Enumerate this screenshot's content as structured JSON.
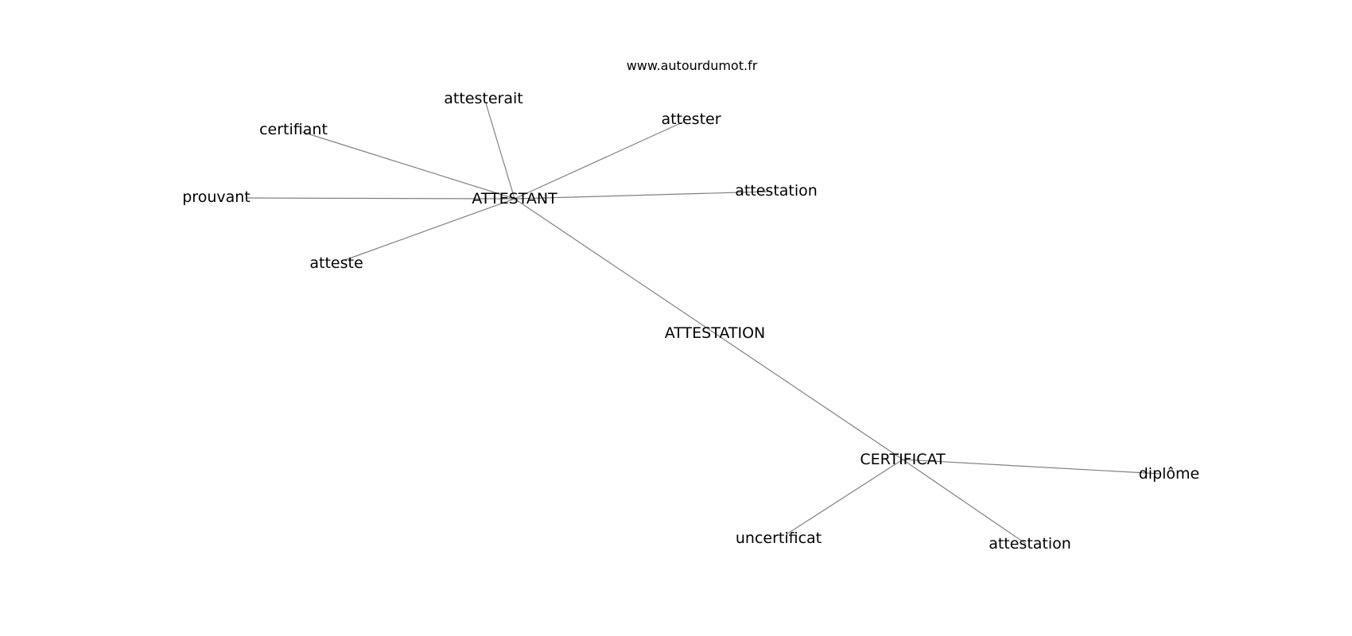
{
  "watermark": "www.autourdumot.fr",
  "graph": {
    "nodes": [
      {
        "id": "attestant",
        "label": "ATTESTANT"
      },
      {
        "id": "attestation_center",
        "label": "ATTESTATION"
      },
      {
        "id": "certificat",
        "label": "CERTIFICAT"
      },
      {
        "id": "attesterait",
        "label": "attesterait"
      },
      {
        "id": "attester",
        "label": "attester"
      },
      {
        "id": "certifiant",
        "label": "certifiant"
      },
      {
        "id": "prouvant",
        "label": "prouvant"
      },
      {
        "id": "attestation_1",
        "label": "attestation"
      },
      {
        "id": "atteste",
        "label": "atteste"
      },
      {
        "id": "diplome",
        "label": "diplôme"
      },
      {
        "id": "uncertificat",
        "label": "uncertificat"
      },
      {
        "id": "attestation_2",
        "label": "attestation"
      }
    ],
    "edges": [
      [
        "attestant",
        "attesterait"
      ],
      [
        "attestant",
        "attester"
      ],
      [
        "attestant",
        "certifiant"
      ],
      [
        "attestant",
        "prouvant"
      ],
      [
        "attestant",
        "attestation_1"
      ],
      [
        "attestant",
        "atteste"
      ],
      [
        "attestant",
        "certificat"
      ],
      [
        "certificat",
        "diplome"
      ],
      [
        "certificat",
        "uncertificat"
      ],
      [
        "certificat",
        "attestation_2"
      ]
    ]
  }
}
